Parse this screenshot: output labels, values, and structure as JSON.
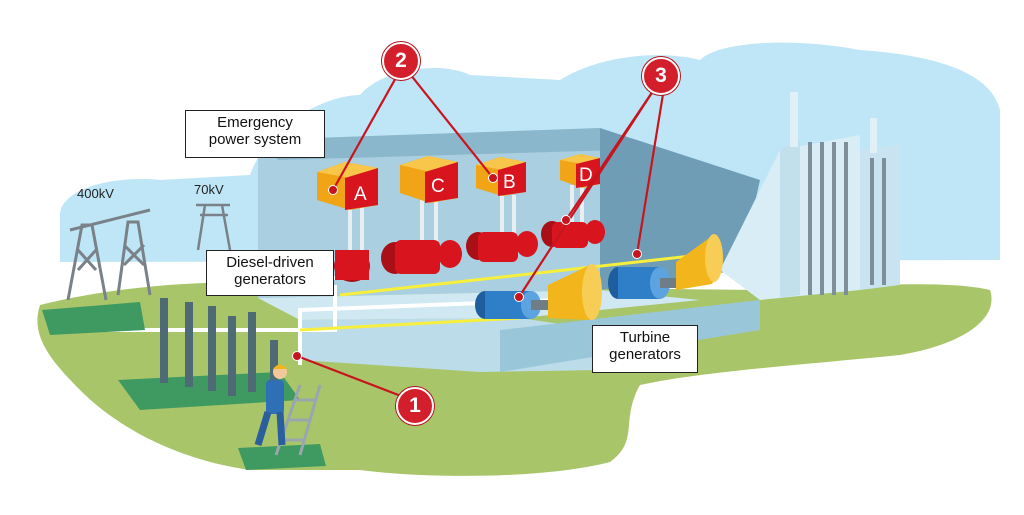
{
  "labels": {
    "emergency": [
      "Emergency",
      "power system"
    ],
    "diesel": [
      "Diesel-driven",
      "generators"
    ],
    "turbine": [
      "Turbine",
      "generators"
    ]
  },
  "voltages": {
    "high": "400kV",
    "low": "70kV"
  },
  "callouts": {
    "one": "1",
    "two": "2",
    "three": "3"
  },
  "diesel_units": [
    "A",
    "C",
    "B",
    "D"
  ],
  "colors": {
    "sky": "#bfe6f6",
    "ground": "#a9c56a",
    "pad": "#3f9a62",
    "building": "#a9cfe0",
    "diesel": "#d8141e",
    "engine_box": "#f0a416",
    "turbine": "#2f7fc8",
    "turbine_cone": "#f2b51b",
    "callout": "#d21f2b"
  }
}
